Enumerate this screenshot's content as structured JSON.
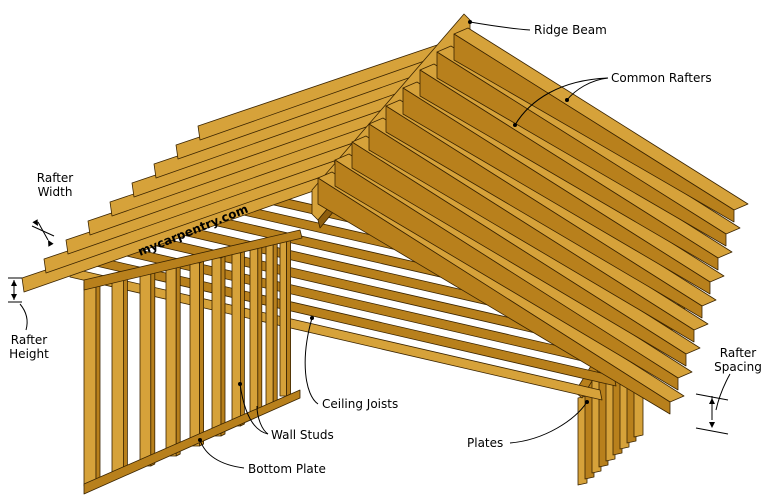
{
  "colors": {
    "wood_top": "#d6a23a",
    "wood_side": "#b8801c",
    "wood_dark": "#8e5e0e",
    "stroke": "#3a2400",
    "line": "#000000"
  },
  "watermark": "mycarpentry.com",
  "labels": {
    "ridge_beam": "Ridge Beam",
    "common_rafters": "Common Rafters",
    "rafter_width_1": "Rafter",
    "rafter_width_2": "Width",
    "rafter_height_1": "Rafter",
    "rafter_height_2": "Height",
    "ceiling_joists": "Ceiling Joists",
    "wall_studs": "Wall Studs",
    "bottom_plate": "Bottom Plate",
    "plates": "Plates",
    "rafter_spacing_1": "Rafter",
    "rafter_spacing_2": "Spacing"
  }
}
